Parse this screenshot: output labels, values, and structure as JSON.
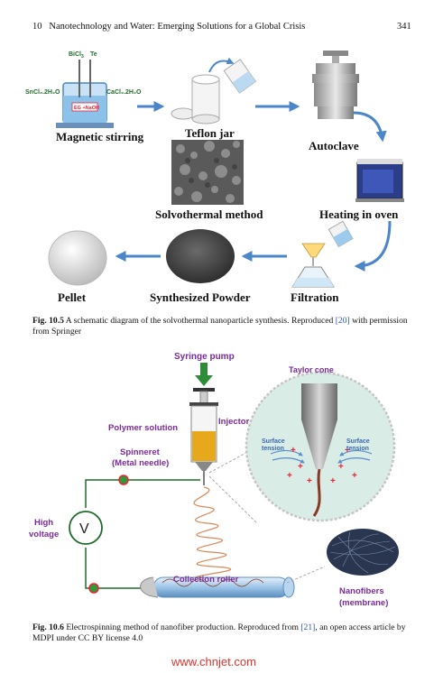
{
  "header": {
    "chapter": "10",
    "running_title": "Nanotechnology and Water: Emerging Solutions for a Global Crisis",
    "page_number": "341"
  },
  "fig5": {
    "chem_top_left": "BiCl",
    "chem_top_left_sub": "3",
    "chem_top_right": "Te",
    "chem_left": "SnCl₂.2H₂O",
    "chem_right": "CaCl₂.2H₂O",
    "beaker_text": "EG +NaOH",
    "labels": {
      "magnetic": "Magnetic stirring",
      "teflon": "Teflon jar",
      "autoclave": "Autoclave",
      "solvothermal": "Solvothermal method",
      "heating": "Heating in oven",
      "filtration": "Filtration",
      "powder": "Synthesized Powder",
      "pellet": "Pellet"
    },
    "caption_label": "Fig. 10.5",
    "caption_text_1": " A schematic diagram of the solvothermal nanoparticle synthesis. Reproduced ",
    "caption_ref": "[20]",
    "caption_text_2": " with permission from Springer"
  },
  "fig6": {
    "syringe_pump": "Syringe  pump",
    "taylor_cone": "Taylor cone",
    "injector": "Injector",
    "polymer_solution": "Polymer solution",
    "spinneret_1": "Spinneret",
    "spinneret_2": "(Metal needle)",
    "surface_tension_l1": "Surface",
    "surface_tension_l2": "tension",
    "surface_tension_r1": "Surface",
    "surface_tension_r2": "tension",
    "high_voltage_1": "High",
    "high_voltage_2": "voltage",
    "collection_roller": "Collection roller",
    "nanofibers_1": "Nanofibers",
    "nanofibers_2": "(membrane)",
    "caption_label": "Fig. 10.6",
    "caption_text_1": " Electrospinning method of nanofiber production. Reproduced from ",
    "caption_ref": "[21]",
    "caption_text_2": ", an open access article by MDPI under CC BY license 4.0"
  },
  "watermark": "www.chnjet.com",
  "colors": {
    "arrow_blue": "#4a86c8",
    "purple": "#7a2a9a",
    "green_dark": "#1f6b2a",
    "syringe_liquid": "#e8a81c",
    "circle_bg": "#d9ece6",
    "watermark": "#e0322e"
  }
}
